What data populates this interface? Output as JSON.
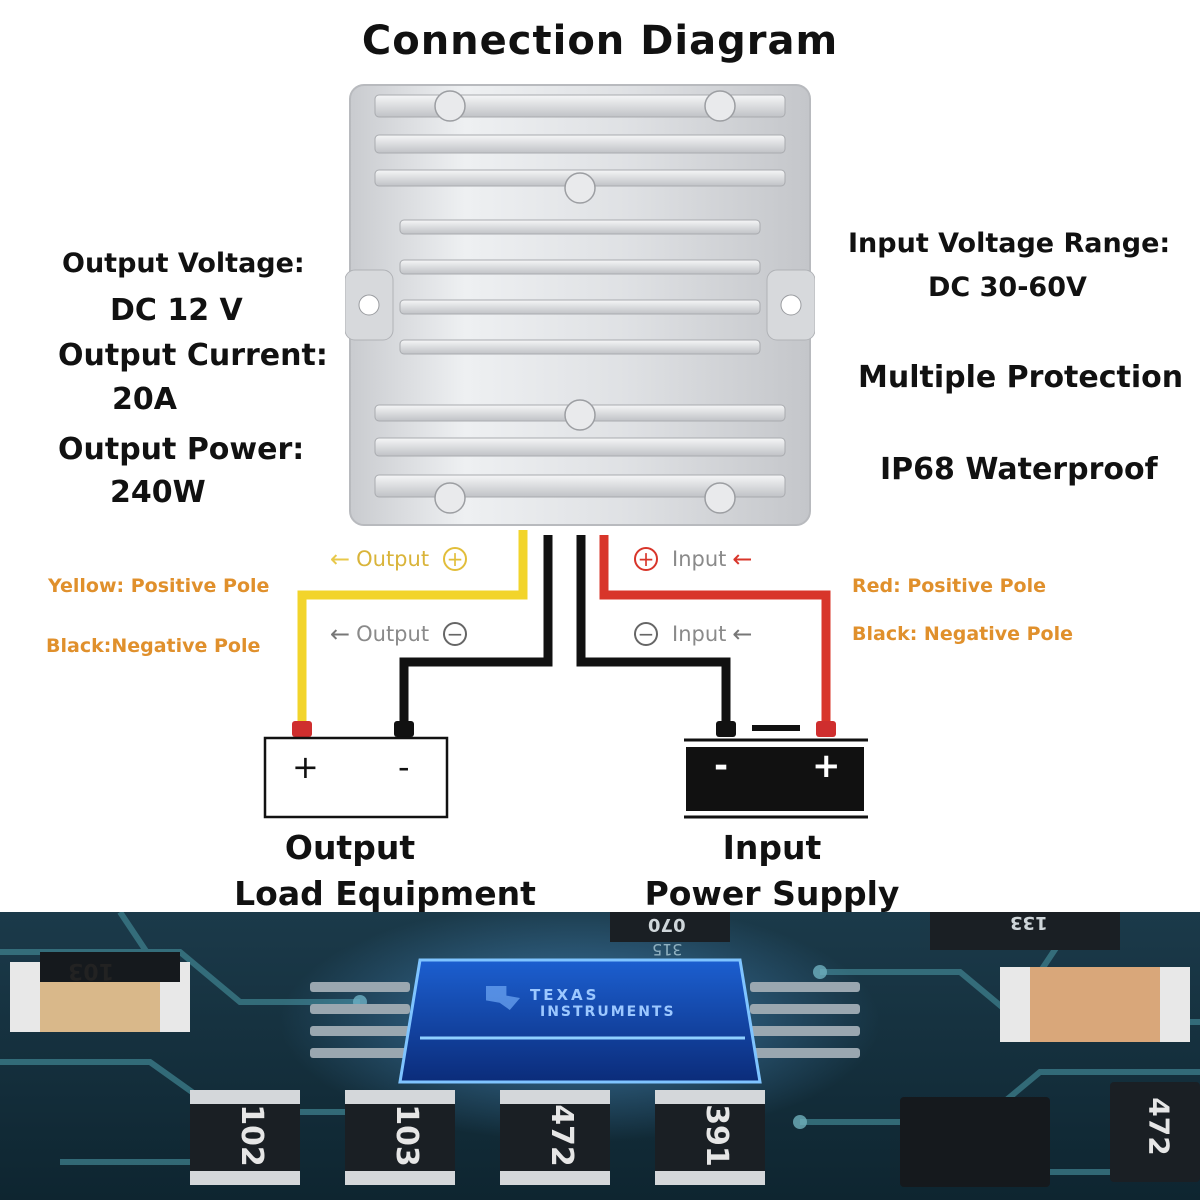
{
  "title": "Connection Diagram",
  "left_specs": {
    "output_voltage_label": "Output Voltage:",
    "output_voltage_value": "DC 12 V",
    "output_current_label": "Output Current:",
    "output_current_value": "20A",
    "output_power_label": "Output Power:",
    "output_power_value": "240W"
  },
  "right_specs": {
    "input_voltage_label": "Input Voltage Range:",
    "input_voltage_value": "DC 30-60V",
    "protection": "Multiple Protection",
    "waterproof": "IP68 Waterproof"
  },
  "wires": {
    "output_positive": {
      "arrow": "←",
      "label": "Output",
      "symbol": "+",
      "color": "#f2d42b"
    },
    "output_negative": {
      "arrow": "←",
      "label": "Output",
      "symbol": "−"
    },
    "input_positive": {
      "arrow": "←",
      "label": "Input",
      "symbol": "+",
      "color": "#d8352a"
    },
    "input_negative": {
      "arrow": "←",
      "label": "Input",
      "symbol": "−"
    }
  },
  "pole_notes": {
    "yellow_positive": "Yellow: Positive Pole",
    "black_negative_left": "Black:Negative Pole",
    "red_positive": "Red: Positive Pole",
    "black_negative_right": "Black: Negative Pole"
  },
  "load_box": {
    "plus": "+",
    "minus": "-"
  },
  "battery": {
    "minus": "-",
    "plus": "+"
  },
  "captions": {
    "output_line1": "Output",
    "output_line2": "Load Equipment",
    "input_line1": "Input",
    "input_line2": "Power Supply"
  },
  "pcb": {
    "chip_brand_line1": "TEXAS",
    "chip_brand_line2": "INSTRUMENTS",
    "resistor_labels": [
      "103",
      "102",
      "103",
      "472",
      "391",
      "472",
      "070",
      "315",
      "133"
    ]
  },
  "colors": {
    "wire_yellow": "#f2d42b",
    "wire_red": "#d8352a",
    "wire_black": "#111111",
    "pole_note": "#e0902c",
    "chip_glow": "#2d8cff"
  }
}
